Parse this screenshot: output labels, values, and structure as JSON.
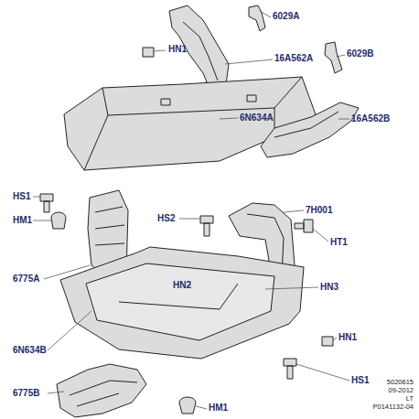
{
  "diagram": {
    "labels": [
      "6029A",
      "16A562A",
      "HN1",
      "6029B",
      "6N634A",
      "16A562B",
      "HS1",
      "HM1",
      "HS2",
      "7H001",
      "HT1",
      "6775A",
      "HN2",
      "HN3",
      "HN1",
      "6N634B",
      "HS1",
      "6775B",
      "HM1",
      "5020615",
      "09-2012",
      "LT",
      "P0141132-04"
    ]
  }
}
